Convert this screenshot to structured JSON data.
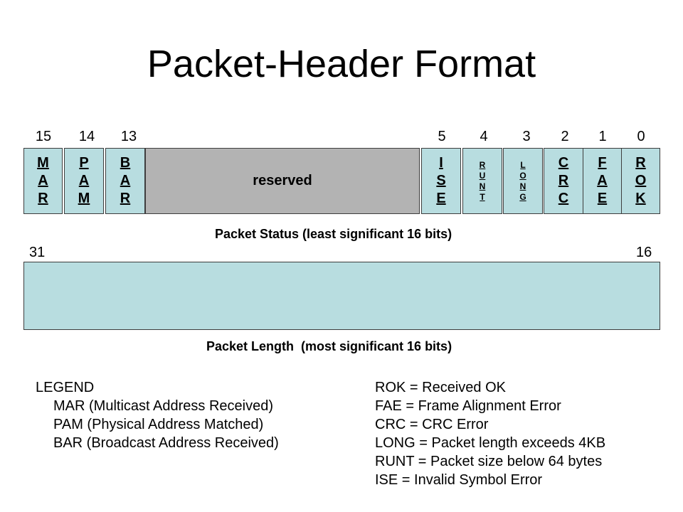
{
  "title": "Packet-Header Format",
  "status_bit_numbers": [
    "15",
    "14",
    "13",
    "5",
    "4",
    "3",
    "2",
    "1",
    "0"
  ],
  "status_fields": [
    {
      "letters": [
        "M",
        "A",
        "R"
      ]
    },
    {
      "letters": [
        "P",
        "A",
        "M"
      ]
    },
    {
      "letters": [
        "B",
        "A",
        "R"
      ]
    },
    {
      "label": "reserved"
    },
    {
      "letters": [
        "I",
        "S",
        "E"
      ]
    },
    {
      "letters": [
        "R",
        "U",
        "N",
        "T"
      ]
    },
    {
      "letters": [
        "L",
        "O",
        "N",
        "G"
      ]
    },
    {
      "letters": [
        "C",
        "R",
        "C"
      ]
    },
    {
      "letters": [
        "F",
        "A",
        "E"
      ]
    },
    {
      "letters": [
        "R",
        "O",
        "K"
      ]
    }
  ],
  "status_caption": "Packet Status (least significant 16 bits)",
  "length_bit_numbers": {
    "high": "31",
    "low": "16"
  },
  "length_caption": "Packet Length  (most significant 16 bits)",
  "legend": {
    "heading": "LEGEND",
    "left": [
      "MAR (Multicast Address Received)",
      "PAM (Physical Address Matched)",
      "BAR (Broadcast Address Received)"
    ],
    "right": [
      "ROK = Received OK",
      "FAE = Frame Alignment Error",
      "CRC = CRC Error",
      "LONG = Packet length exceeds 4KB",
      "RUNT = Packet size below 64 bytes",
      "ISE = Invalid Symbol Error"
    ]
  },
  "colors": {
    "field_fill": "#b8dde0",
    "reserved_fill": "#b3b3b3",
    "border": "#3d3d3d"
  }
}
